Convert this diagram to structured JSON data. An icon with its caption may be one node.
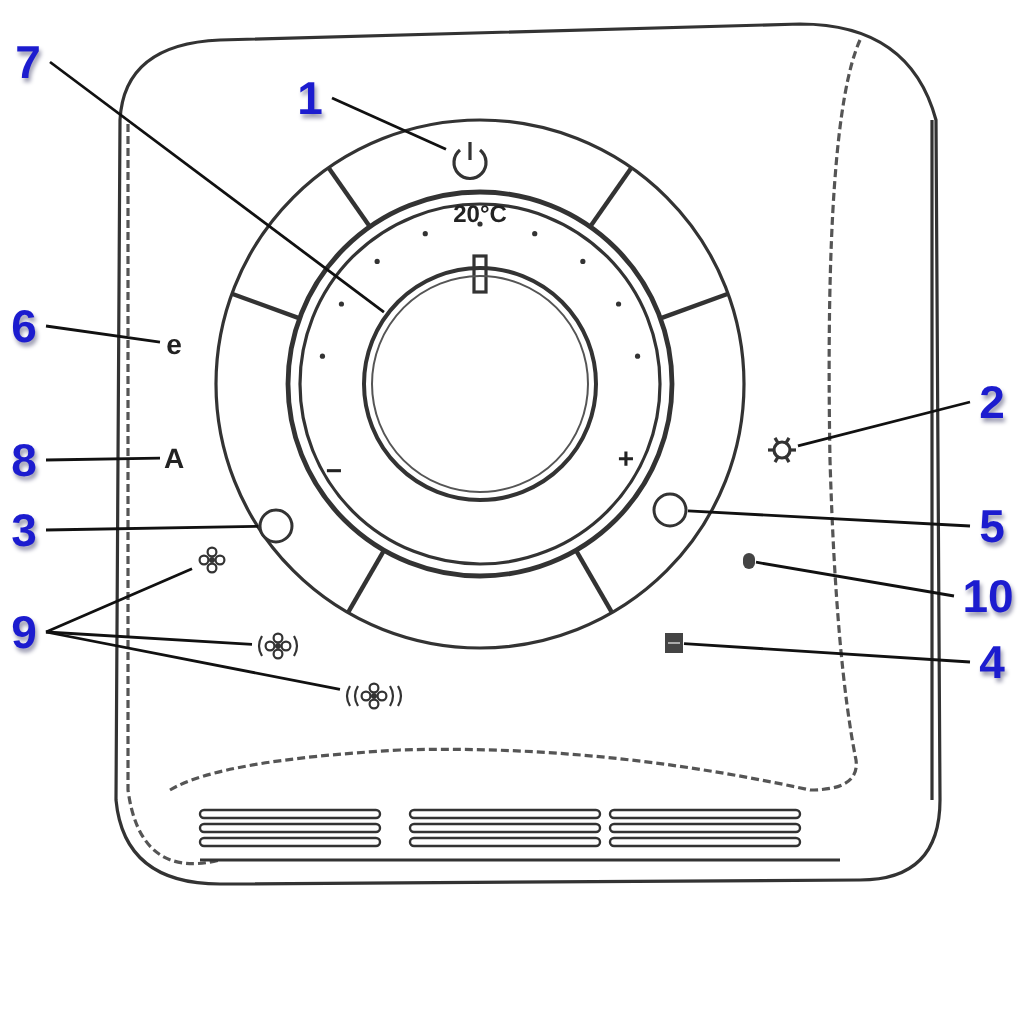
{
  "diagram": {
    "nodes": [
      {
        "text": [
          "7"
        ]
      },
      {
        "text": [
          "1"
        ]
      },
      {
        "text": [],
        "shape": "button"
      },
      {
        "text": [],
        "shape": "circle"
      },
      {
        "text": [
          "6"
        ]
      },
      {
        "text": [
          "e"
        ]
      },
      {
        "text": [
          "8"
        ]
      },
      {
        "text": [
          "A"
        ]
      },
      {
        "text": [
          "2"
        ]
      },
      {
        "text": [],
        "shape": "sun"
      },
      {
        "text": [
          "3"
        ]
      },
      {
        "text": [],
        "shape": "circle"
      },
      {
        "text": [
          "5"
        ]
      },
      {
        "text": [],
        "shape": "circle"
      },
      {
        "text": [
          "9"
        ]
      },
      {
        "text": [],
        "shape": "fan"
      },
      {
        "text": [],
        "shape": "fan"
      },
      {
        "text": [],
        "shape": "fan"
      },
      {
        "text": [
          "10"
        ]
      },
      {
        "text": [],
        "shape": "box"
      },
      {
        "text": [
          "4"
        ]
      },
      {
        "text": [],
        "shape": "box"
      }
    ],
    "edges": [
      {
        "from": 1,
        "to": 2,
        "arrow": "none"
      },
      {
        "from": 0,
        "to": 3,
        "arrow": "none"
      },
      {
        "from": 4,
        "to": 5,
        "arrow": "none"
      },
      {
        "from": 6,
        "to": 7,
        "arrow": "none"
      },
      {
        "from": 8,
        "to": 9,
        "arrow": "none"
      },
      {
        "from": 10,
        "to": 11,
        "arrow": "none"
      },
      {
        "from": 12,
        "to": 13,
        "arrow": "none"
      },
      {
        "from": 14,
        "to": 15,
        "arrow": "none"
      },
      {
        "from": 14,
        "to": 16,
        "arrow": "none"
      },
      {
        "from": 14,
        "to": 17,
        "arrow": "none"
      },
      {
        "from": 18,
        "to": 19,
        "arrow": "none"
      },
      {
        "from": 20,
        "to": 21,
        "arrow": "none"
      }
    ],
    "labels": [
      "20°C",
      "−",
      "+"
    ]
  }
}
